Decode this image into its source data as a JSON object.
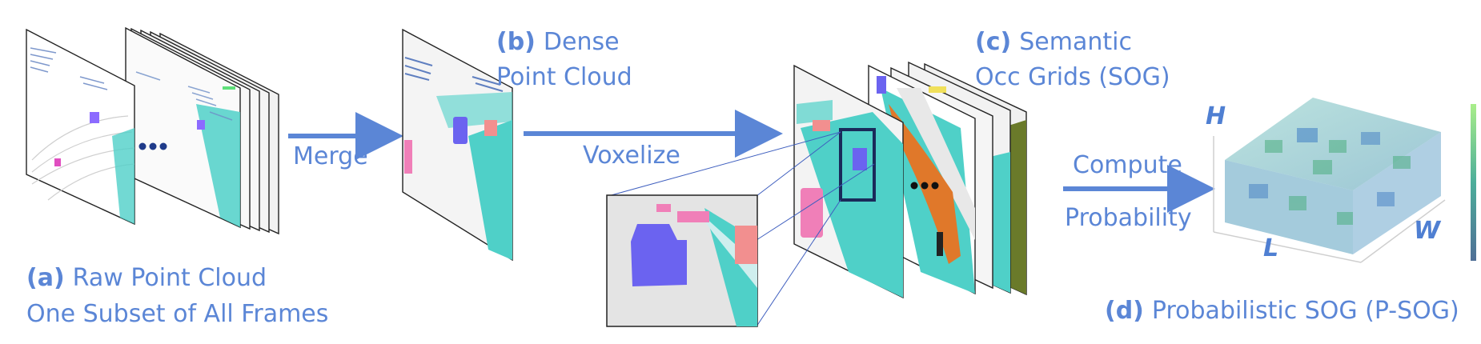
{
  "labels": {
    "a_tag": "(a)",
    "a_line1": "Raw Point Cloud",
    "a_line2": "One Subset of All Frames",
    "b_tag": "(b)",
    "b_line1": "Dense",
    "b_line2": "Point Cloud",
    "c_tag": "(c)",
    "c_line1": "Semantic",
    "c_line2": "Occ Grids (SOG)",
    "d_tag": "(d)",
    "d_line1": "Probabilistic SOG (P-SOG)"
  },
  "arrows": {
    "merge": "Merge",
    "voxelize": "Voxelize",
    "compute_line1": "Compute",
    "compute_line2": "Probability"
  },
  "axes": {
    "h": "H",
    "w": "W",
    "l": "L"
  },
  "colors": {
    "accent": "#5b86d6",
    "arrow": "#5b86d6",
    "teal": "#4fd0c8",
    "violet": "#6b63f0",
    "pink": "#f07fb8",
    "salmon": "#f28f8f",
    "orange": "#e0782a",
    "cube_green": "#4cae80",
    "cube_blue": "#4c86c6"
  }
}
